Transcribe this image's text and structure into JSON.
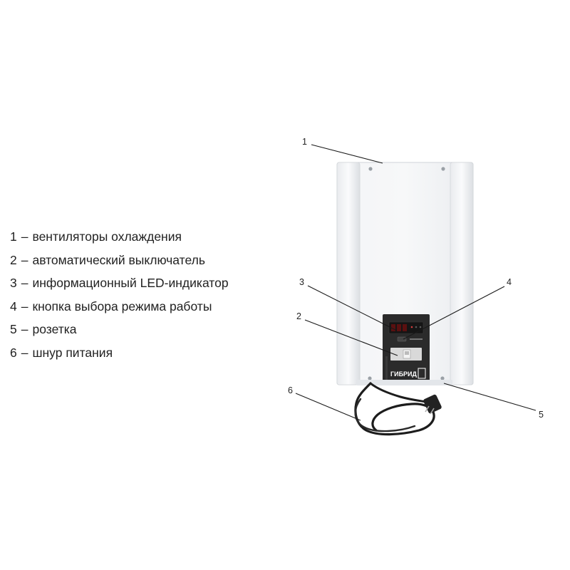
{
  "legend": {
    "items": [
      {
        "num": "1",
        "sep": "–",
        "label": "вентиляторы охлаждения"
      },
      {
        "num": "2",
        "sep": "–",
        "label": "автоматический выключатель"
      },
      {
        "num": "3",
        "sep": "–",
        "label": "информационный LED-индикатор"
      },
      {
        "num": "4",
        "sep": "–",
        "label": "кнопка выбора режима работы"
      },
      {
        "num": "5",
        "sep": "–",
        "label": "розетка"
      },
      {
        "num": "6",
        "sep": "–",
        "label": "шнур питания"
      }
    ]
  },
  "callouts": {
    "c1": "1",
    "c2": "2",
    "c3": "3",
    "c4": "4",
    "c5": "5",
    "c6": "6"
  },
  "device": {
    "brand_label": "ГИБРИД"
  },
  "colors": {
    "panel": "#2b2b2b",
    "body": "#eef0f3",
    "cable": "#1c1c1c"
  }
}
